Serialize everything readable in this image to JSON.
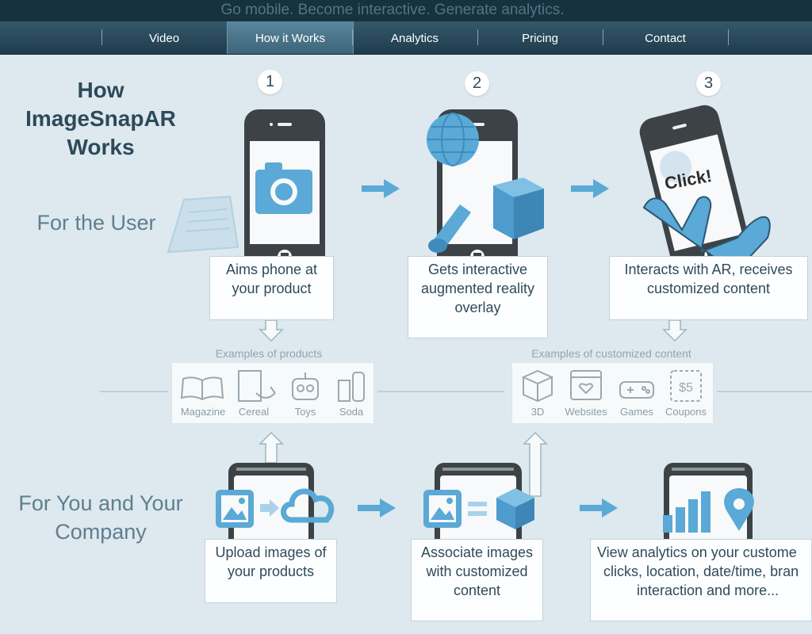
{
  "header": {
    "tagline": "Go mobile. Become interactive. Generate analytics.",
    "nav": [
      "Video",
      "How it Works",
      "Analytics",
      "Pricing",
      "Contact"
    ],
    "active_nav": "How it Works"
  },
  "page": {
    "title_line1": "How ImageSnapAR",
    "title_line2": "Works",
    "for_user": "For the User",
    "for_company_line1": "For You and Your",
    "for_company_line2": "Company"
  },
  "user_steps": [
    {
      "number": "1",
      "caption_line1": "Aims phone at",
      "caption_line2": "your product",
      "caption_line3": ""
    },
    {
      "number": "2",
      "caption_line1": "Gets interactive",
      "caption_line2": "augmented reality",
      "caption_line3": "overlay"
    },
    {
      "number": "3",
      "caption_line1": "Interacts with AR, receives",
      "caption_line2": "customized content",
      "caption_line3": ""
    }
  ],
  "click_label": "Click!",
  "products": {
    "title": "Examples of products",
    "items": [
      "Magazine",
      "Cereal",
      "Toys",
      "Soda"
    ]
  },
  "content_examples": {
    "title": "Examples of customized content",
    "items": [
      "3D",
      "Websites",
      "Games",
      "Coupons"
    ]
  },
  "company_steps": [
    {
      "caption_line1": "Upload images of",
      "caption_line2": "your products",
      "caption_line3": ""
    },
    {
      "caption_line1": "Associate images",
      "caption_line2": "with customized",
      "caption_line3": "content"
    },
    {
      "caption_line1": "View analytics on your custome",
      "caption_line2": "clicks, location, date/time, bran",
      "caption_line3": "interaction and more..."
    }
  ],
  "coupon_value": "$5",
  "colors": {
    "accent": "#5aa9d6",
    "dark": "#3c4246",
    "nav": "#1f3c4c",
    "background": "#dde9ee"
  }
}
